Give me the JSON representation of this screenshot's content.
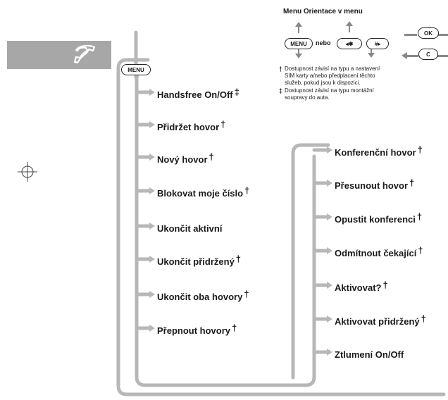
{
  "legend": {
    "title": "Menu Orientace v menu",
    "key_menu": "MENU",
    "or_text": "nebo",
    "key_star": "◂✱",
    "key_hash": "#▸",
    "key_ok": "OK",
    "key_c": "C",
    "note_dagger_symbol": "†",
    "note_dagger_lines": [
      "Dostupnost závisí na typu a nastavení",
      "SIM karty a/nebo předplacení těchto",
      "služeb, pokud jsou k dispozici."
    ],
    "note_ddagger_symbol": "‡",
    "note_ddagger_lines": [
      "Dostupnost závisí na typu montážní",
      "soupravy do auta."
    ]
  },
  "start_key": "MENU",
  "left_items": [
    {
      "label": "Handsfree On/Off",
      "mark": "‡"
    },
    {
      "label": "Přidržet hovor",
      "mark": "†"
    },
    {
      "label": "Nový hovor",
      "mark": "†"
    },
    {
      "label": "Blokovat moje číslo",
      "mark": "†"
    },
    {
      "label": "Ukončit aktivní",
      "mark": ""
    },
    {
      "label": "Ukončit přidržený",
      "mark": "†"
    },
    {
      "label": "Ukončit oba hovory",
      "mark": "†"
    },
    {
      "label": "Přepnout hovory",
      "mark": "†"
    }
  ],
  "right_items": [
    {
      "label": "Konferenční hovor",
      "mark": "†"
    },
    {
      "label": "Přesunout hovor",
      "mark": "†"
    },
    {
      "label": "Opustit konferenci",
      "mark": "†"
    },
    {
      "label": "Odmítnout čekající",
      "mark": "†"
    },
    {
      "label": "Aktivovat?",
      "mark": "†"
    },
    {
      "label": "Aktivovat přidržený",
      "mark": "†"
    },
    {
      "label": "Ztlumení On/Off",
      "mark": ""
    }
  ]
}
